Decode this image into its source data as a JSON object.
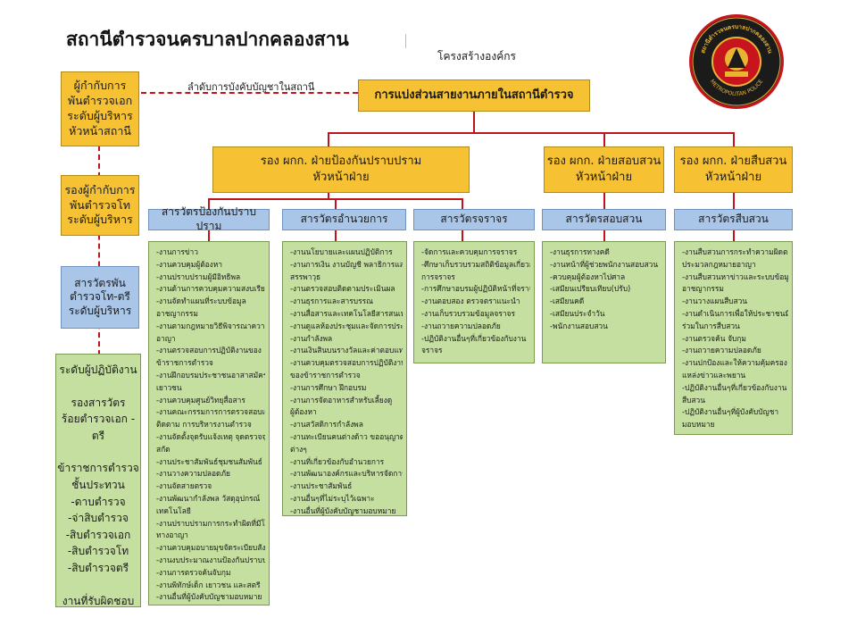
{
  "header": {
    "title": "สถานีตำรวจนครบาลปากคลองสาน",
    "subtitle": "โครงสร้างองค์กร"
  },
  "emblem": {
    "icon": "police-station-emblem-icon",
    "text_top": "สถานีตำรวจนครบาลปากคลองสาน",
    "text_bottom": "METROPOLITAN POLICE"
  },
  "command_line_label": "ลำดับการบังคับบัญชาในสถานี",
  "main_box": "การแบ่งส่วนสายงานภายในสถานีตำรวจ",
  "left_column": {
    "superintendent": [
      "ผู้กำกับการ",
      "พันตำรวจเอก",
      "ระดับผู้บริหาร",
      "หัวหน้าสถานี"
    ],
    "deputy": [
      "รองผู้กำกับการ",
      "พันตำรวจโท",
      "ระดับผู้บริหาร"
    ],
    "inspector": [
      "สารวัตรพัน",
      "ตำรวจโท-ตรี",
      "ระดับผู้บริหาร"
    ],
    "operational": [
      "ระดับผู้ปฏิบัติงาน",
      "",
      "รองสารวัตร",
      "ร้อยตำรวจเอก -",
      "ตรี",
      "",
      "ข้าราชการตำรวจ",
      "ชั้นประทวน",
      "-ดาบตำรวจ",
      "-จ่าสิบตำรวจ",
      "-สิบตำรวจเอก",
      "-สิบตำรวจโท",
      "-สิบตำรวจตรี",
      "",
      "งานที่รับผิดชอบ"
    ]
  },
  "divisions": [
    {
      "head": [
        "รอง ผกก. ฝ่ายป้องกันปราบปราม",
        "หัวหน้าฝ่าย"
      ]
    },
    {
      "head": [
        "รอง ผกก. ฝ่ายสอบสวน",
        "หัวหน้าฝ่าย"
      ]
    },
    {
      "head": [
        "รอง ผกก. ฝ่ายสืบสวน",
        "หัวหน้าฝ่าย"
      ]
    }
  ],
  "units": [
    {
      "name": "สารวัตรป้องกันปราบปราม",
      "tasks": [
        "-งานการข่าว",
        "-งานควบคุมผู้ต้องหา",
        "-งานปราบปรามผู้มีอิทธิพล",
        "-งานด้านการควบคุมความสงบเรียบร้อย",
        "-งานจัดทำแผนที่ระบบข้อมูล",
        "อาชญากรรม",
        "-งานตามกฎหมายวิธีพิจารณาความ",
        "อาญา",
        "-งานตรวจสอบการปฏิบัติงานของ",
        "ข้าราชการตำรวจ",
        "-งานฝึกอบรมประชาชนอาสาสมัครและ",
        "เยาวชน",
        "-งานควบคุมศูนย์วิทยุสื่อสาร",
        "-งานคณะกรรมการการตรวจสอบและ",
        "ติดตาม การบริหารงานตำรวจ",
        "-งานจัดตั้งจุดรับแจ้งเหตุ จุดตรวจจุด",
        "สกัด",
        "-งานประชาสัมพันธ์ชุมชนสัมพันธ์",
        "-งานวางความปลอดภัย",
        "-งานจัดสายตรวจ",
        "-งานพัฒนากำลังพล วัสดุอุปกรณ์",
        "เทคโนโลยี",
        "-งานปราบปรามการกระทำผิดที่มีโทษ",
        "ทางอาญา",
        "-งานควบคุมอบายมุขจัดระเบียบสังคม",
        "-งานงบประมาณงานป้องกันปราบปราม",
        "-งานการตรวจค้นจับกุม",
        "-งานพิทักษ์เด็ก เยาวชน และสตรี",
        "-งานอื่นที่ผู้บังคับบัญชามอบหมาย"
      ]
    },
    {
      "name": "สารวัตรอำนวยการ",
      "tasks": [
        "-งานนโยบายและแผนปฏิบัติการ",
        "-งานการเงิน งานบัญชี พลาธิการและ",
        "สรรพาวุธ",
        "-งานตรวจสอบติดตามประเมินผล",
        "-งานธุรการและสารบรรณ",
        "-งานสื่อสารและเทคโนโลยีสารสนเทศ",
        "-งานดูแลห้องประชุมและจัดการประชุม",
        "-งานกำลังพล",
        "-งานเงินสินบนรางวัลและค่าตอบแทน",
        "-งานควบคุมตรวจสอบการปฏิบัติงาน",
        "ของข้าราชการตำรวจ",
        "-งานการศึกษา ฝึกอบรม",
        "-งานการจัดอาหารสำหรับเลี้ยงดู",
        "ผู้ต้องหา",
        "-งานสวัสดิการกำลังพล",
        "-งานทะเบียนคนต่างด้าว ขออนุญาต",
        "ต่างๆ",
        "-งานที่เกี่ยวข้องกับอำนวยการ",
        "-งานพัฒนาองค์กรและบริหารจัดการ",
        "-งานประชาสัมพันธ์",
        "-งานอื่นๆที่ไม่ระบุไว้เฉพาะ",
        "-งานอื่นที่ผู้บังคับบัญชามอบหมาย"
      ]
    },
    {
      "name": "สารวัตรจราจร",
      "tasks": [
        "-จัดการและควบคุมการจราจร",
        "-ศึกษาเก็บรวบรวมสถิติข้อมูลเกี่ยวกับ",
        "การจราจร",
        "-การศึกษาอบรมผู้ปฏิบัติหน้าที่จราจร",
        "-งานตอบสอง ตรวจตราแนะนำ",
        "-งานเก็บรวบรวมข้อมูลจราจร",
        "-งานถวายความปลอดภัย",
        "-ปฏิบัติงานอื่นๆที่เกี่ยวข้องกับงาน",
        "จราจร"
      ]
    },
    {
      "name": "สารวัตรสอบสวน",
      "tasks": [
        "-งานธุรการทางคดี",
        "-งานหน้าที่ผู้ช่วยพนักงานสอบสวน",
        "-ควบคุมผู้ต้องหาไปศาล",
        "-เสมียนเปรียบเทียบ(ปรับ)",
        "-เสมียนคดี",
        "-เสมียนประจำวัน",
        "-พนักงานสอบสวน"
      ]
    },
    {
      "name": "สารวัตรสืบสวน",
      "tasks": [
        "-งานสืบสวนการกระทำความผิดตาม",
        "ประมวลกฎหมายอาญา",
        "-งานสืบสวนหาข่าวและระบบข้อมูล",
        "อาชญากรรม",
        "-งานวางแผนสืบสวน",
        "-งานดำเนินการเพื่อให้ประชาชนมีส่วน",
        "ร่วมในการสืบสวน",
        "-งานตรวจค้น จับกุม",
        "-งานถวายความปลอดภัย",
        "-งานปกป้องและให้ความคุ้มครอง",
        "แหล่งข่าวและพยาน",
        "-ปฏิบัติงานอื่นๆที่เกี่ยวข้องกับงาน",
        "สืบสวน",
        "-ปฏิบัติงานอื่นๆที่ผู้บังคับบัญชา",
        "มอบหมาย"
      ]
    }
  ],
  "colors": {
    "header_fill": "#f6c233",
    "unit_fill": "#a9c6e8",
    "task_fill": "#c4df9f",
    "connector": "#c0141c"
  }
}
